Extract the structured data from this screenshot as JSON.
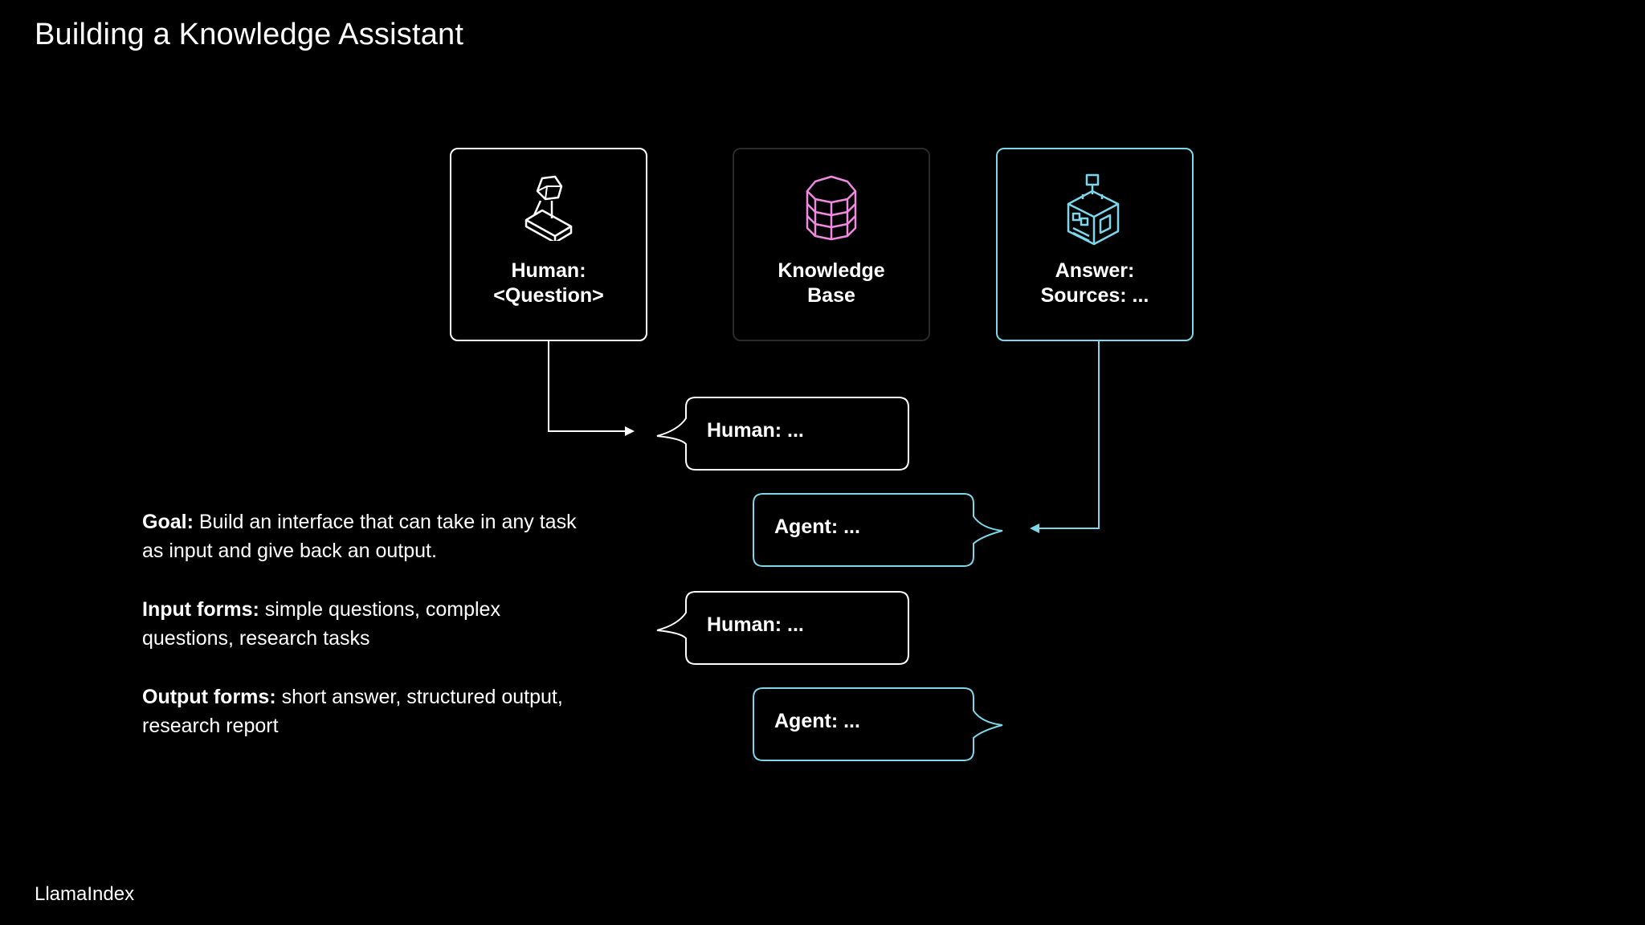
{
  "title": "Building a Knowledge Assistant",
  "footer": "LlamaIndex",
  "cards": {
    "human": {
      "icon": "person-icon",
      "line1": "Human:",
      "line2": "<Question>"
    },
    "knowledge_base": {
      "icon": "database-icon",
      "line1": "Knowledge",
      "line2": "Base"
    },
    "answer": {
      "icon": "factory-building-icon",
      "line1": "Answer:",
      "line2": "Sources: ..."
    }
  },
  "bubbles": [
    {
      "speaker": "human",
      "text": "Human: ..."
    },
    {
      "speaker": "agent",
      "text": "Agent: ..."
    },
    {
      "speaker": "human",
      "text": "Human: ..."
    },
    {
      "speaker": "agent",
      "text": "Agent: ..."
    }
  ],
  "notes": [
    {
      "label": "Goal:",
      "text": " Build an interface that can take in any task as input and give back an output."
    },
    {
      "label": "Input forms:",
      "text": " simple questions, complex questions, research tasks"
    },
    {
      "label": "Output forms:",
      "text": " short answer, structured output, research report"
    }
  ],
  "colors": {
    "background": "#000000",
    "text": "#ffffff",
    "agent_accent": "#7ed6ea",
    "knowledge_base_icon": "#f08ae0",
    "knowledge_base_border": "#2a2a2a"
  }
}
